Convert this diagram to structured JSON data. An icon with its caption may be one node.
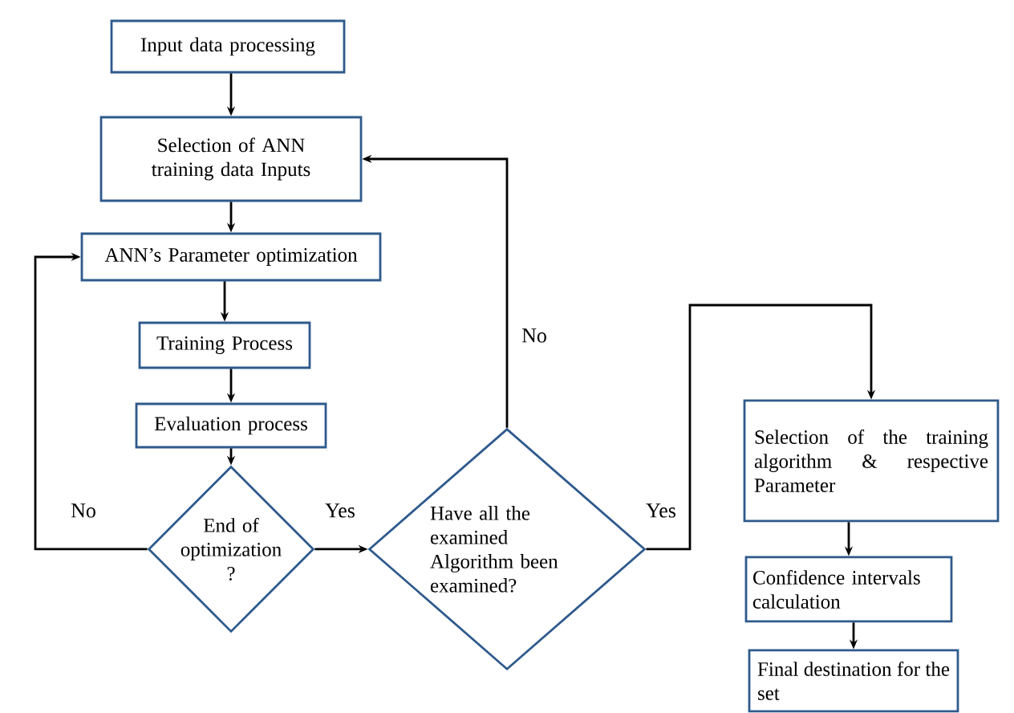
{
  "diagram": {
    "nodes": [
      {
        "text": [
          "Input data processing"
        ]
      },
      {
        "text": [
          "Selection of ANN training data Inputs"
        ]
      },
      {
        "text": [
          "ANN’s Parameter optimization"
        ]
      },
      {
        "text": [
          "Training Process"
        ]
      },
      {
        "text": [
          "Evaluation process"
        ]
      },
      {
        "text": [
          "End of optimization ?"
        ]
      },
      {
        "text": [
          "Have all the examined Algorithm been examined?"
        ]
      },
      {
        "text": [
          "Selection of the training algorithm & respective Parameter"
        ]
      },
      {
        "text": [
          "Confidence intervals calculation"
        ]
      },
      {
        "text": [
          "Final destination for the set"
        ]
      }
    ],
    "edges": [
      {
        "from": 0,
        "to": 1,
        "arrow": "to"
      },
      {
        "from": 1,
        "to": 2,
        "arrow": "to"
      },
      {
        "from": 2,
        "to": 3,
        "arrow": "to"
      },
      {
        "from": 3,
        "to": 4,
        "arrow": "to"
      },
      {
        "from": 4,
        "to": 5,
        "arrow": "to"
      },
      {
        "from": 5,
        "to": 6,
        "arrow": "to",
        "label": "Yes"
      },
      {
        "from": 5,
        "to": 2,
        "arrow": "to",
        "label": "No"
      },
      {
        "from": 6,
        "to": 1,
        "arrow": "to",
        "label": "No"
      },
      {
        "from": 6,
        "to": 7,
        "arrow": "to",
        "label": "Yes"
      },
      {
        "from": 7,
        "to": 8,
        "arrow": "to"
      },
      {
        "from": 8,
        "to": 9,
        "arrow": "to"
      }
    ]
  }
}
